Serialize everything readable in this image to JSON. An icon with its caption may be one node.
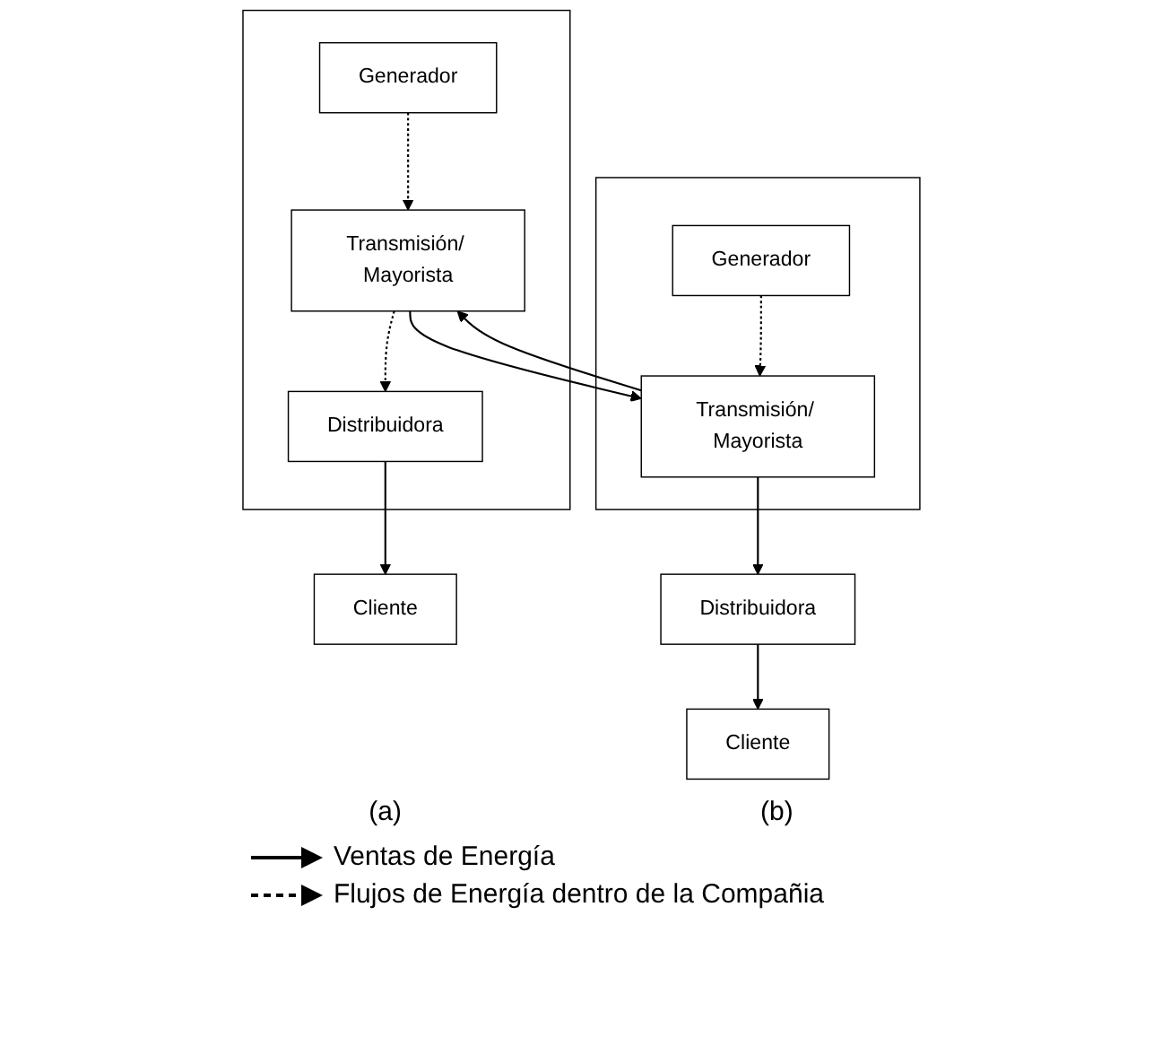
{
  "diagram": {
    "nodes": [
      {
        "text": [],
        "shape": "box"
      },
      {
        "text": [
          "Generador"
        ],
        "in": 0
      },
      {
        "text": [
          "Transmisión/ Mayorista"
        ],
        "in": 0
      },
      {
        "text": [
          "Distribuidora"
        ],
        "in": 0
      },
      {
        "text": [
          "Cliente"
        ]
      },
      {
        "text": [],
        "shape": "box"
      },
      {
        "text": [
          "Generador"
        ],
        "in": 5
      },
      {
        "text": [
          "Transmisión/ Mayorista"
        ],
        "in": 5
      },
      {
        "text": [
          "Distribuidora"
        ]
      },
      {
        "text": [
          "Cliente"
        ]
      }
    ],
    "edges": [
      {
        "from": 1,
        "to": 2,
        "arrow": "to",
        "style": "dashed"
      },
      {
        "from": 2,
        "to": 3,
        "arrow": "to",
        "style": "dashed"
      },
      {
        "from": 3,
        "to": 4,
        "arrow": "to"
      },
      {
        "from": 2,
        "to": 7,
        "arrow": "to"
      },
      {
        "from": 7,
        "to": 2,
        "arrow": "to"
      },
      {
        "from": 6,
        "to": 7,
        "arrow": "to",
        "style": "dashed"
      },
      {
        "from": 7,
        "to": 8,
        "arrow": "to"
      },
      {
        "from": 8,
        "to": 9,
        "arrow": "to"
      }
    ],
    "labels": [
      "(a)",
      "(b)"
    ],
    "legend": [
      {
        "text": "Ventas de Energía"
      },
      {
        "text": "Flujos de Energía dentro de la Compañia"
      }
    ]
  }
}
